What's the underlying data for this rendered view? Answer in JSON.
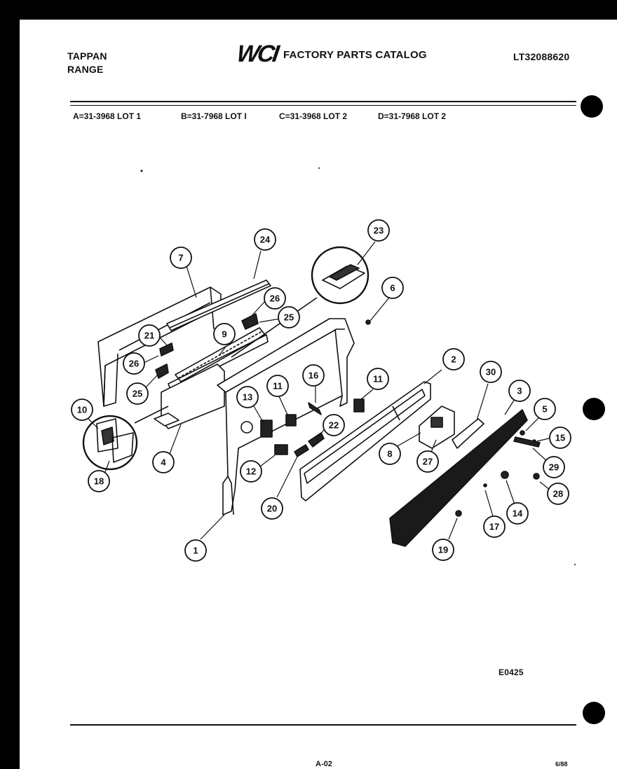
{
  "header": {
    "brand_line1": "TAPPAN",
    "brand_line2": "RANGE",
    "logo_text": "WCI",
    "catalog_title": "FACTORY PARTS CATALOG",
    "doc_number": "LT32088620"
  },
  "lots": [
    "A=31-3968 LOT 1",
    "B=31-7968 LOT I",
    "C=31-3968 LOT 2",
    "D=31-7968 LOT 2"
  ],
  "callouts": [
    "23",
    "24",
    "7",
    "26",
    "6",
    "25",
    "9",
    "21",
    "26",
    "25",
    "16",
    "11",
    "2",
    "30",
    "11",
    "3",
    "10",
    "13",
    "22",
    "5",
    "15",
    "8",
    "27",
    "29",
    "4",
    "28",
    "12",
    "18",
    "20",
    "14",
    "17",
    "1",
    "19"
  ],
  "figure_code": "E0425",
  "footer": {
    "page_ref": "A-02",
    "date_code": "6/88"
  }
}
